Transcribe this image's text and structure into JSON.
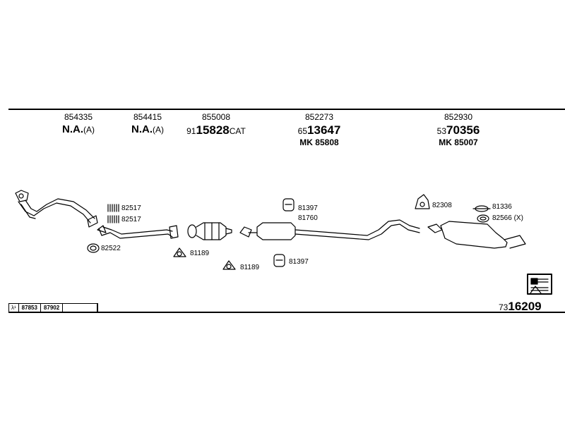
{
  "columns": [
    {
      "ref": "854335",
      "main": "N.A.",
      "suffix": "(A)",
      "mk": ""
    },
    {
      "ref": "854415",
      "main": "N.A.",
      "suffix": "(A)",
      "mk": ""
    },
    {
      "ref": "855008",
      "prefix": "91",
      "main": "15828",
      "suffix": "CAT",
      "mk": ""
    },
    {
      "ref": "852273",
      "prefix": "65",
      "main": "13647",
      "suffix": "",
      "mk": "MK 85808"
    },
    {
      "ref": "852930",
      "prefix": "53",
      "main": "70356",
      "suffix": "",
      "mk": "MK 85007"
    }
  ],
  "labels": {
    "clamp_82517_a": "82517",
    "clamp_82517_b": "82517",
    "gasket_82522": "82522",
    "gasket_81189_a": "81189",
    "gasket_81189_b": "81189",
    "hanger_81397_a": "81397",
    "label_81760": "81760",
    "hanger_81397_b": "81397",
    "hanger_82308": "82308",
    "clamp_81336": "81336",
    "ring_82566": "82566 (X)"
  },
  "footer": {
    "lambda": "λ¹",
    "codes": [
      "87853",
      "87902"
    ],
    "total_prefix": "73",
    "total_main": "16209"
  }
}
